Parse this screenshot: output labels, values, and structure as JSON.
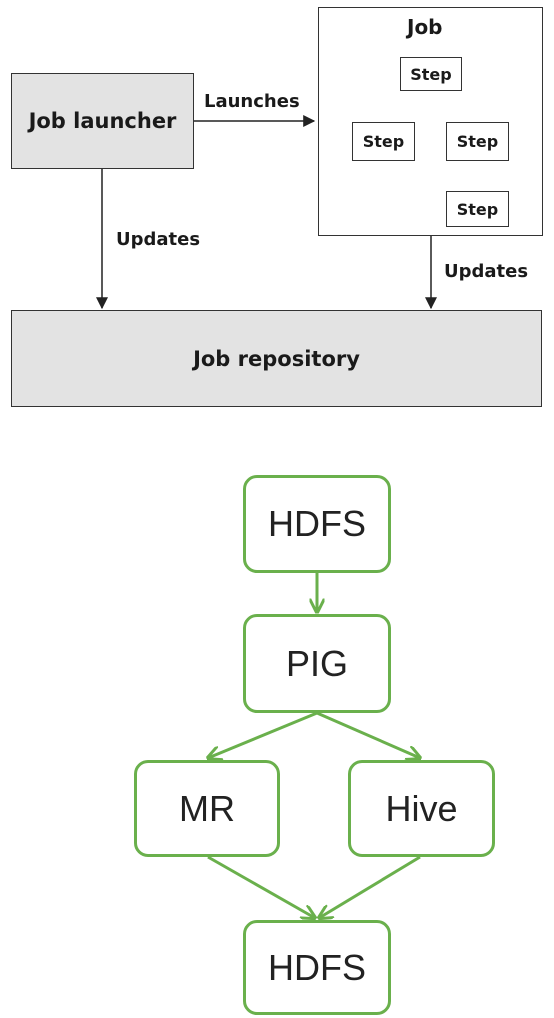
{
  "top_diagram": {
    "job_launcher": "Job launcher",
    "launches": "Launches",
    "job_title": "Job",
    "steps": [
      "Step",
      "Step",
      "Step",
      "Step"
    ],
    "updates_left": "Updates",
    "updates_right": "Updates",
    "job_repository": "Job repository"
  },
  "bottom_diagram": {
    "nodes": [
      "HDFS",
      "PIG",
      "MR",
      "Hive",
      "HDFS"
    ],
    "accent_color": "#6ab04c"
  }
}
